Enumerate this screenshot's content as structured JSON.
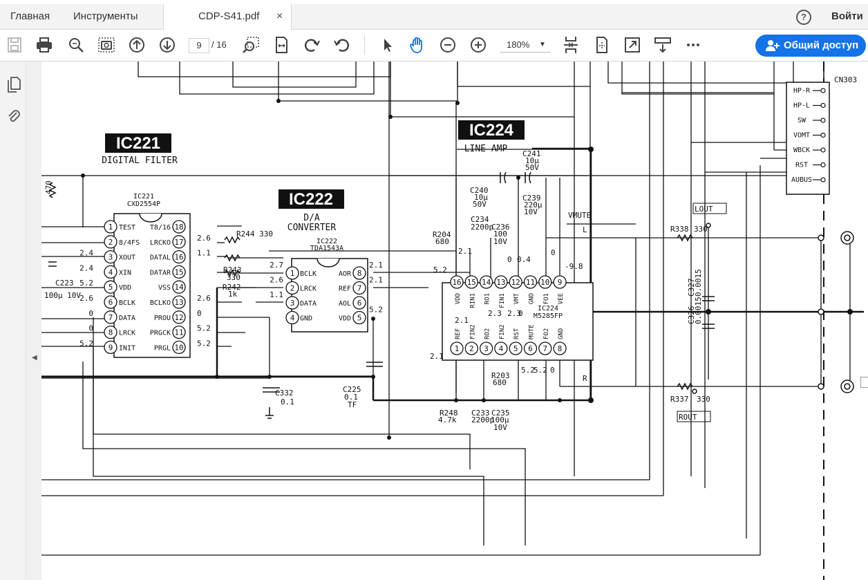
{
  "tabs": {
    "home": "Главная",
    "tools": "Инструменты",
    "document": "CDP-S41.pdf",
    "close": "×"
  },
  "header": {
    "help": "?",
    "signin": "Войти"
  },
  "toolbar": {
    "page_current": "9",
    "page_total": "/ 16",
    "zoom": "180%",
    "share_label": "Общий доступ",
    "accent": "#1473e6"
  },
  "schematic": {
    "ic221": {
      "title": "IC221",
      "subtitle": "DIGITAL FILTER",
      "ref": "IC221",
      "part": "CXD2554P",
      "left_pins": [
        {
          "num": "1",
          "name": "TEST",
          "v": ""
        },
        {
          "num": "2",
          "name": "8/4FS",
          "v": ""
        },
        {
          "num": "3",
          "name": "XOUT",
          "v": "2.4"
        },
        {
          "num": "4",
          "name": "XIN",
          "v": "2.4"
        },
        {
          "num": "5",
          "name": "VDD",
          "v": "5.2"
        },
        {
          "num": "6",
          "name": "BCLK",
          "v": "2.6"
        },
        {
          "num": "7",
          "name": "DATA",
          "v": "0"
        },
        {
          "num": "8",
          "name": "LRCK",
          "v": "0"
        },
        {
          "num": "9",
          "name": "INIT",
          "v": "5.2"
        }
      ],
      "right_pins": [
        {
          "num": "18",
          "name": "T8/16",
          "v": ""
        },
        {
          "num": "17",
          "name": "LRCKO",
          "v": "2.6"
        },
        {
          "num": "16",
          "name": "DATAL",
          "v": "1.1"
        },
        {
          "num": "15",
          "name": "DATAR",
          "v": ""
        },
        {
          "num": "14",
          "name": "VSS",
          "v": ""
        },
        {
          "num": "13",
          "name": "BCLKO",
          "v": "2.6"
        },
        {
          "num": "12",
          "name": "PROU",
          "v": "0"
        },
        {
          "num": "11",
          "name": "PRGCK",
          "v": "5.2"
        },
        {
          "num": "10",
          "name": "PRGL",
          "v": "5.2"
        }
      ]
    },
    "ic222": {
      "title": "IC222",
      "subtitle1": "D/A",
      "subtitle2": "CONVERTER",
      "ref": "IC222",
      "part": "TDA1543A",
      "left_pins": [
        {
          "num": "1",
          "name": "BCLK",
          "v": "2.7"
        },
        {
          "num": "2",
          "name": "LRCK",
          "v": "2.6"
        },
        {
          "num": "3",
          "name": "DATA",
          "v": "1.1"
        },
        {
          "num": "4",
          "name": "GND",
          "v": ""
        }
      ],
      "right_pins": [
        {
          "num": "8",
          "name": "AOR",
          "v": "2.1"
        },
        {
          "num": "7",
          "name": "REF",
          "v": "2.1"
        },
        {
          "num": "6",
          "name": "AOL",
          "v": ""
        },
        {
          "num": "5",
          "name": "VDD",
          "v": "5.2"
        }
      ]
    },
    "ic224": {
      "title": "IC224",
      "subtitle": "LINE AMP",
      "ref": "IC224",
      "part": "M5285FP",
      "top_pins": [
        {
          "num": "16",
          "name": "VDD"
        },
        {
          "num": "15",
          "name": "RIN1"
        },
        {
          "num": "14",
          "name": "RO1"
        },
        {
          "num": "13",
          "name": "FIN1"
        },
        {
          "num": "12",
          "name": "VMT"
        },
        {
          "num": "11",
          "name": "GND"
        },
        {
          "num": "10",
          "name": "FO1"
        },
        {
          "num": "9",
          "name": "VEE"
        }
      ],
      "bottom_pins": [
        {
          "num": "1",
          "name": "REF"
        },
        {
          "num": "2",
          "name": "FIN2"
        },
        {
          "num": "3",
          "name": "RO2"
        },
        {
          "num": "4",
          "name": "FIN2"
        },
        {
          "num": "5",
          "name": "RST"
        },
        {
          "num": "6",
          "name": "MUTE"
        },
        {
          "num": "7",
          "name": "FO2"
        },
        {
          "num": "8",
          "name": "GND"
        }
      ],
      "voltages": [
        "5.2",
        "2.1",
        "0",
        "0.4",
        "0",
        "-9.8",
        "2.1",
        "2.3",
        "2.3",
        "0",
        "5.2",
        "5.2",
        "0",
        "2.1"
      ]
    },
    "labels": [
      "470",
      "C223",
      "100µ 10V",
      "R244 330",
      "R243",
      "330",
      "R242",
      "1k",
      "C332",
      "0.1",
      "C225",
      "0.1",
      "TF",
      "C240",
      "10µ",
      "50V",
      "C241",
      "10µ",
      "50V",
      "C239",
      "220µ",
      "10V",
      "C234",
      "2200p",
      "C236",
      "100",
      "10V",
      "R204",
      "680",
      "R248",
      "4.7k",
      "C233",
      "C235",
      "2200p",
      "100µ",
      "10V",
      "R203",
      "680",
      "VMUTE",
      "L",
      "R",
      "R338",
      "330",
      "R337",
      "330",
      "C327",
      "0.0015",
      "C326",
      "0.0015",
      "LOUT",
      "ROUT",
      "CN303"
    ],
    "connector": [
      "HP-R",
      "HP-L",
      "SW",
      "VOMT",
      "WBCK",
      "RST",
      "AUBUS"
    ]
  }
}
